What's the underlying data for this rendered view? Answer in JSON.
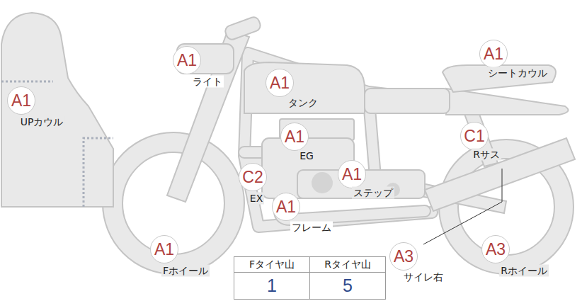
{
  "diagram": {
    "nodes": [
      {
        "text": [
          "A1",
          "ライト"
        ]
      },
      {
        "text": [
          "A1",
          "シートカウル"
        ]
      },
      {
        "text": [
          "A1",
          "タンク"
        ]
      },
      {
        "text": [
          "A1",
          "UPカウル"
        ]
      },
      {
        "text": [
          "A1",
          "EG"
        ]
      },
      {
        "text": [
          "C1",
          "Rサス"
        ]
      },
      {
        "text": [
          "A1",
          "ステップ"
        ]
      },
      {
        "text": [
          "C2",
          "EX"
        ]
      },
      {
        "text": [
          "A1",
          "フレーム"
        ]
      },
      {
        "text": [
          "A1",
          "Fホイール"
        ]
      },
      {
        "text": [
          "A3",
          "サイレ右"
        ]
      },
      {
        "text": [
          "A3",
          "Rホイール"
        ]
      }
    ],
    "labels": [
      "Fタイヤ山",
      "Rタイヤ山",
      "1",
      "5"
    ]
  }
}
